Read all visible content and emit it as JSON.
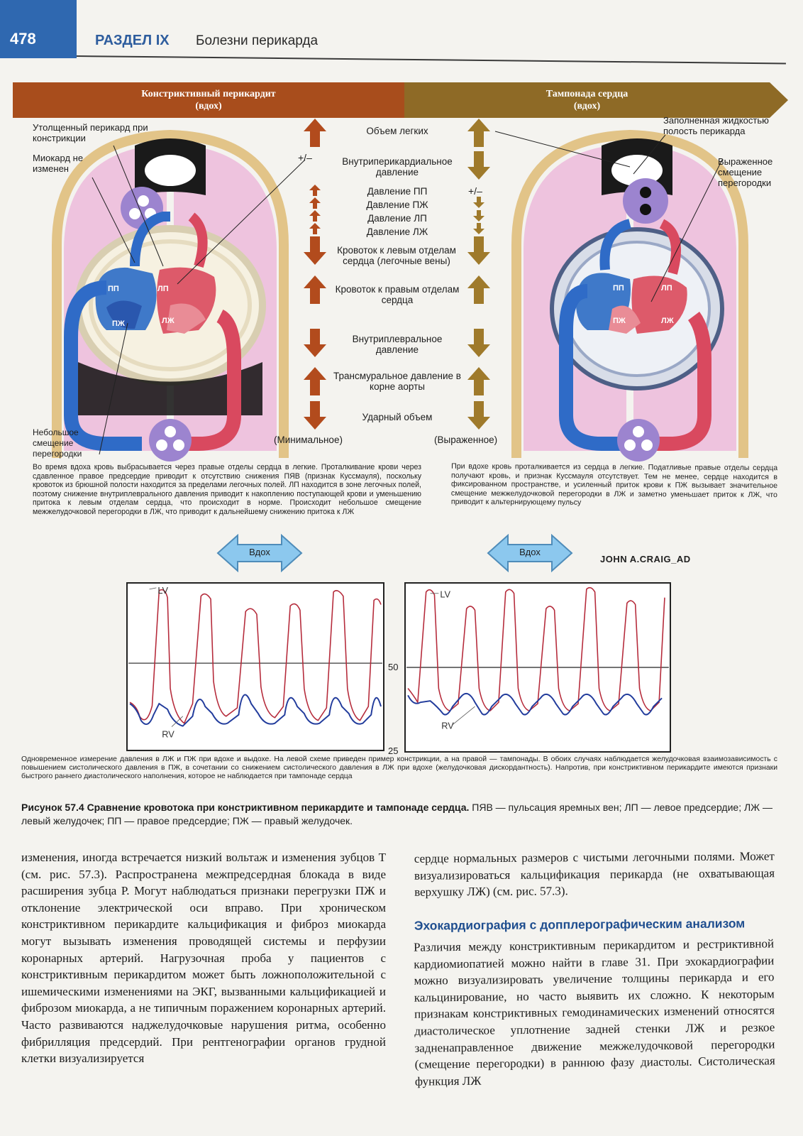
{
  "header": {
    "page_number": "478",
    "section_label": "РАЗДЕЛ IX",
    "section_title": "Болезни перикарда"
  },
  "figure": {
    "banner_left_title": "Констриктивный перикардит",
    "banner_left_sub": "(вдох)",
    "banner_right_title": "Тампонада сердца",
    "banner_right_sub": "(вдох)",
    "left_labels": {
      "thickened": "Утолщенный перикард при констрикции",
      "myocardium": "Миокард не изменен",
      "small_shift": "Небольшое смещение перегородки",
      "pp": "ПП",
      "lp": "ЛП",
      "pzh": "ПЖ",
      "lzh": "ЛЖ",
      "minimal": "(Минимальное)"
    },
    "right_labels": {
      "fluid": "Заполненная жидкостью полость перикарда",
      "pronounced_shift": "Выраженное смещение перегородки",
      "pp": "ПП",
      "lp": "ЛП",
      "pzh": "ПЖ",
      "lzh": "ЛЖ",
      "pronounced": "(Выраженное)"
    },
    "center_params": [
      "Объем легких",
      "Внутриперикардиальное давление",
      "Давление ПП",
      "Давление ПЖ",
      "Давление ЛП",
      "Давление ЛЖ",
      "Кровоток к левым отделам сердца (легочные вены)",
      "Кровоток к правым отделам сердца",
      "Внутриплевральное давление",
      "Трансмуральное давление в корне аорты",
      "Ударный объем"
    ],
    "plus_minus_left": "+/–",
    "plus_minus_right": "+/–",
    "desc_left": "Во время вдоха кровь выбрасывается через правые отделы сердца в легкие. Проталкивание крови через сдавленное правое предсердие приводит к отсутствию снижения ПЯВ (признак Куссмауля), поскольку кровоток из брюшной полости находится за пределами легочных полей. ЛП находится в зоне легочных полей, поэтому снижение внутриплеврального давления приводит к накоплению поступающей крови и уменьшению притока к левым отделам сердца, что происходит в норме. Происходит небольшое смещение межжелудочковой перегородки в ЛЖ, что приводит к дальнейшему снижению притока к ЛЖ",
    "desc_right": "При вдохе кровь проталкивается из сердца в легкие. Податливые правые отделы сердца получают кровь, и признак Куссмауля отсутствует. Тем не менее, сердце находится в фиксированном пространстве, и усиленный приток крови к ПЖ вызывает значительное смещение межжелудочковой перегородки в ЛЖ и заметно уменьшает приток к ЛЖ, что приводит к альтернирующему пульсу",
    "inspiration_label": "Вдох",
    "signature": "JOHN A.CRAIG_AD",
    "trace_lv": "LV",
    "trace_rv": "RV",
    "axis_50": "50",
    "axis_25": "25",
    "pressure_note": "Одновременное измерение давления в ЛЖ и ПЖ при вдохе и выдохе. На левой схеме приведен пример констрикции, а на правой — тампонады. В обоих случаях наблюдается желудочковая взаимозависимость с повышением систолического давления в ПЖ, в сочетании со снижением систолического давления в ЛЖ при вдохе (желудочковая дискордантность). Напротив, при констриктивном перикардите имеются признаки быстрого раннего диастолического наполнения, которое не наблюдается при тампонаде сердца"
  },
  "caption": {
    "label": "Рисунок 57.4",
    "title": "Сравнение кровотока при констриктивном перикардите и тампонаде сердца.",
    "abbreviations": "ПЯВ — пульсация яремных вен; ЛП — левое предсердие; ЛЖ — левый желудочек; ПП — правое предсердие; ПЖ — правый желудочек."
  },
  "body": {
    "left_column": "изменения, иногда встречается низкий вольтаж и изменения зубцов Т (см. рис. 57.3). Распространена межпредсердная блокада в виде расширения зубца Р. Могут наблюдаться признаки перегрузки ПЖ и отклонение электрической оси вправо. При хроническом констриктивном перикардите кальцификация и фиброз миокарда могут вызывать изменения проводящей системы и перфузии коронарных артерий. Нагрузочная проба у пациентов с констриктивным перикардитом может быть ложноположительной с ишемическими изменениями на ЭКГ, вызванными кальцификацией и фиброзом миокарда, а не типичным поражением коронарных артерий. Часто развиваются наджелудочковые нарушения ритма, особенно фибрилляция предсердий. При рентгенографии органов грудной клетки визуализируется",
    "right_column_top": "сердце нормальных размеров с чистыми легочными полями. Может визуализироваться кальцификация перикарда (не охватывающая верхушку ЛЖ) (см. рис. 57.3).",
    "subsection_heading": "Эхокардиография с допплерографическим анализом",
    "right_column_bottom": "Различия между констриктивным перикардитом и рестриктивной кардиомиопатией можно найти в главе 31. При эхокардиографии можно визуализировать увеличение толщины перикарда и его кальцинирование, но часто выявить их сложно. К некоторым признакам констриктивных гемодинамических изменений относятся диастолическое уплотнение задней стенки ЛЖ и резкое задненаправленное движение межжелудочковой перегородки (смещение перегородки) в раннюю фазу диастолы. Систолическая функция ЛЖ"
  }
}
